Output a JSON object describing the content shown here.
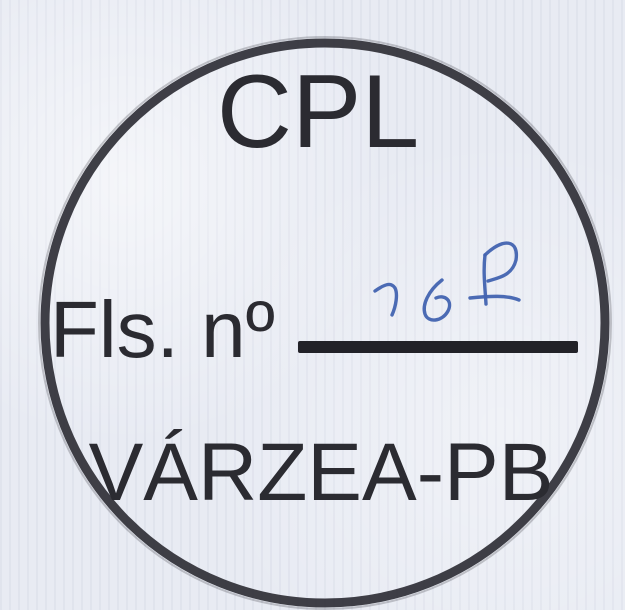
{
  "stamp": {
    "top_text": "CPL",
    "label": "Fls. nº",
    "bottom_text": "VÁRZEA-PB",
    "ink_color": "#2b2b31"
  },
  "handwritten_page_number": "164",
  "handwriting_color": "#4263b0"
}
